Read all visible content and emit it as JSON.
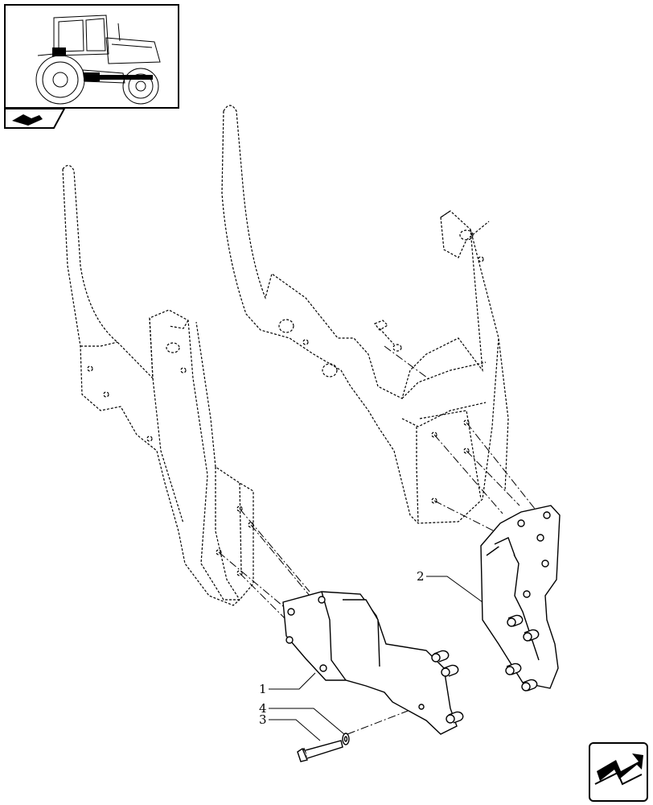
{
  "callouts": [
    {
      "id": "part-1",
      "text": "1"
    },
    {
      "id": "part-2",
      "text": "2"
    },
    {
      "id": "part-3",
      "text": "3"
    },
    {
      "id": "part-4",
      "text": "4"
    }
  ],
  "icons": {
    "thumbnail": "tractor-location-thumbnail",
    "section_tab": "section-tab-icon",
    "navigation": "next-page-arrow-icon"
  },
  "colors": {
    "line": "#000000",
    "highlight": "#000000",
    "background": "#ffffff"
  }
}
